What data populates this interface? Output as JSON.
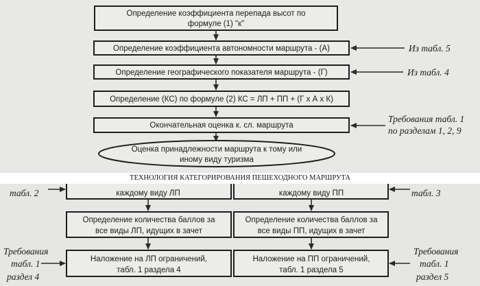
{
  "top": {
    "boxes": [
      [
        "Определение коэффициента перепада высот по",
        "формуле (1) \"к\""
      ],
      [
        "Определение коэффициента автономности маршрута - (А)"
      ],
      [
        "Определение географического показателя маршрута - (Г)"
      ],
      [
        "Определение (КС) по формуле (2) КС = ЛП + ПП + (Г х А х К)"
      ],
      [
        "Окончательная оценка к. сл. маршрута"
      ]
    ],
    "oval": [
      "Оценка принадлежности маршрута к тому или",
      "иному виду туризма"
    ],
    "notes": {
      "table5": "Из табл. 5",
      "table4": "Из табл. 4",
      "req": [
        "Требования табл. 1",
        "по разделам 1, 2, 9"
      ]
    }
  },
  "caption": "ТЕХНОЛОГИЯ КАТЕГОРИРОВАНИЯ ПЕШЕХОДНОГО МАРШРУТА",
  "bottom": {
    "left_col": {
      "top_box": "каждому виду ЛП",
      "mid_box": [
        "Определение количества баллов за",
        "все виды ЛП, идущих в зачет"
      ],
      "bot_box": [
        "Наложение на ЛП ограничений,",
        "табл. 1 раздела 4"
      ]
    },
    "right_col": {
      "top_box": "каждому виду ПП",
      "mid_box": [
        "Определение количества баллов за",
        "все виды ПП, идущих в зачет"
      ],
      "bot_box": [
        "Наложение на ПП ограничений,",
        "табл. 1 раздела 5"
      ]
    },
    "notes": {
      "left_table": "табл. 2",
      "right_table": "табл. 3",
      "left_req": [
        "Требования",
        "табл. 1",
        "раздел 4"
      ],
      "right_req": [
        "Требования",
        "табл. 1",
        "раздел 5"
      ]
    }
  }
}
